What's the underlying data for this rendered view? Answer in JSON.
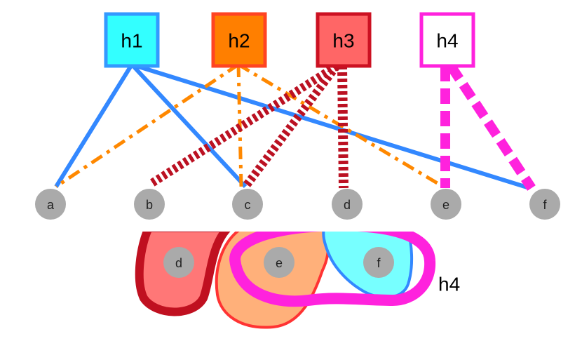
{
  "hyperedges": [
    {
      "id": "h1",
      "label": "h1",
      "fill": "#33ffff",
      "stroke": "#3399ff",
      "edge_color": "#3388ff",
      "edge_style": "solid",
      "members": [
        "a",
        "c",
        "f"
      ]
    },
    {
      "id": "h2",
      "label": "h2",
      "fill": "#ff7f00",
      "stroke": "#ff4422",
      "edge_color": "#ff8800",
      "edge_style": "dash-dot",
      "members": [
        "a",
        "c",
        "e"
      ]
    },
    {
      "id": "h3",
      "label": "h3",
      "fill": "#ff6666",
      "stroke": "#cc1122",
      "edge_color": "#bb1122",
      "edge_style": "dotted",
      "members": [
        "b",
        "c",
        "d"
      ]
    },
    {
      "id": "h4",
      "label": "h4",
      "fill": "#ffffff",
      "stroke": "#ff22dd",
      "edge_color": "#ff22dd",
      "edge_style": "dashed",
      "members": [
        "e",
        "f"
      ]
    }
  ],
  "nodes": [
    {
      "id": "a",
      "label": "a"
    },
    {
      "id": "b",
      "label": "b"
    },
    {
      "id": "c",
      "label": "c"
    },
    {
      "id": "d",
      "label": "d"
    },
    {
      "id": "e",
      "label": "e"
    },
    {
      "id": "f",
      "label": "f"
    }
  ],
  "node_color": "#aaaaaa",
  "bottom": {
    "nodes": [
      {
        "id": "d",
        "label": "d"
      },
      {
        "id": "e",
        "label": "e"
      },
      {
        "id": "f",
        "label": "f"
      }
    ],
    "regions": [
      {
        "name": "h3",
        "fill": "#ff7777",
        "stroke": "#c01020"
      },
      {
        "name": "h2",
        "fill": "#ffb07a",
        "stroke": "#ff3333"
      },
      {
        "name": "h1",
        "fill": "#77ffff",
        "stroke": "#3388ff"
      },
      {
        "name": "h4",
        "stroke": "#ff22dd"
      }
    ],
    "outside_label": "h4"
  }
}
